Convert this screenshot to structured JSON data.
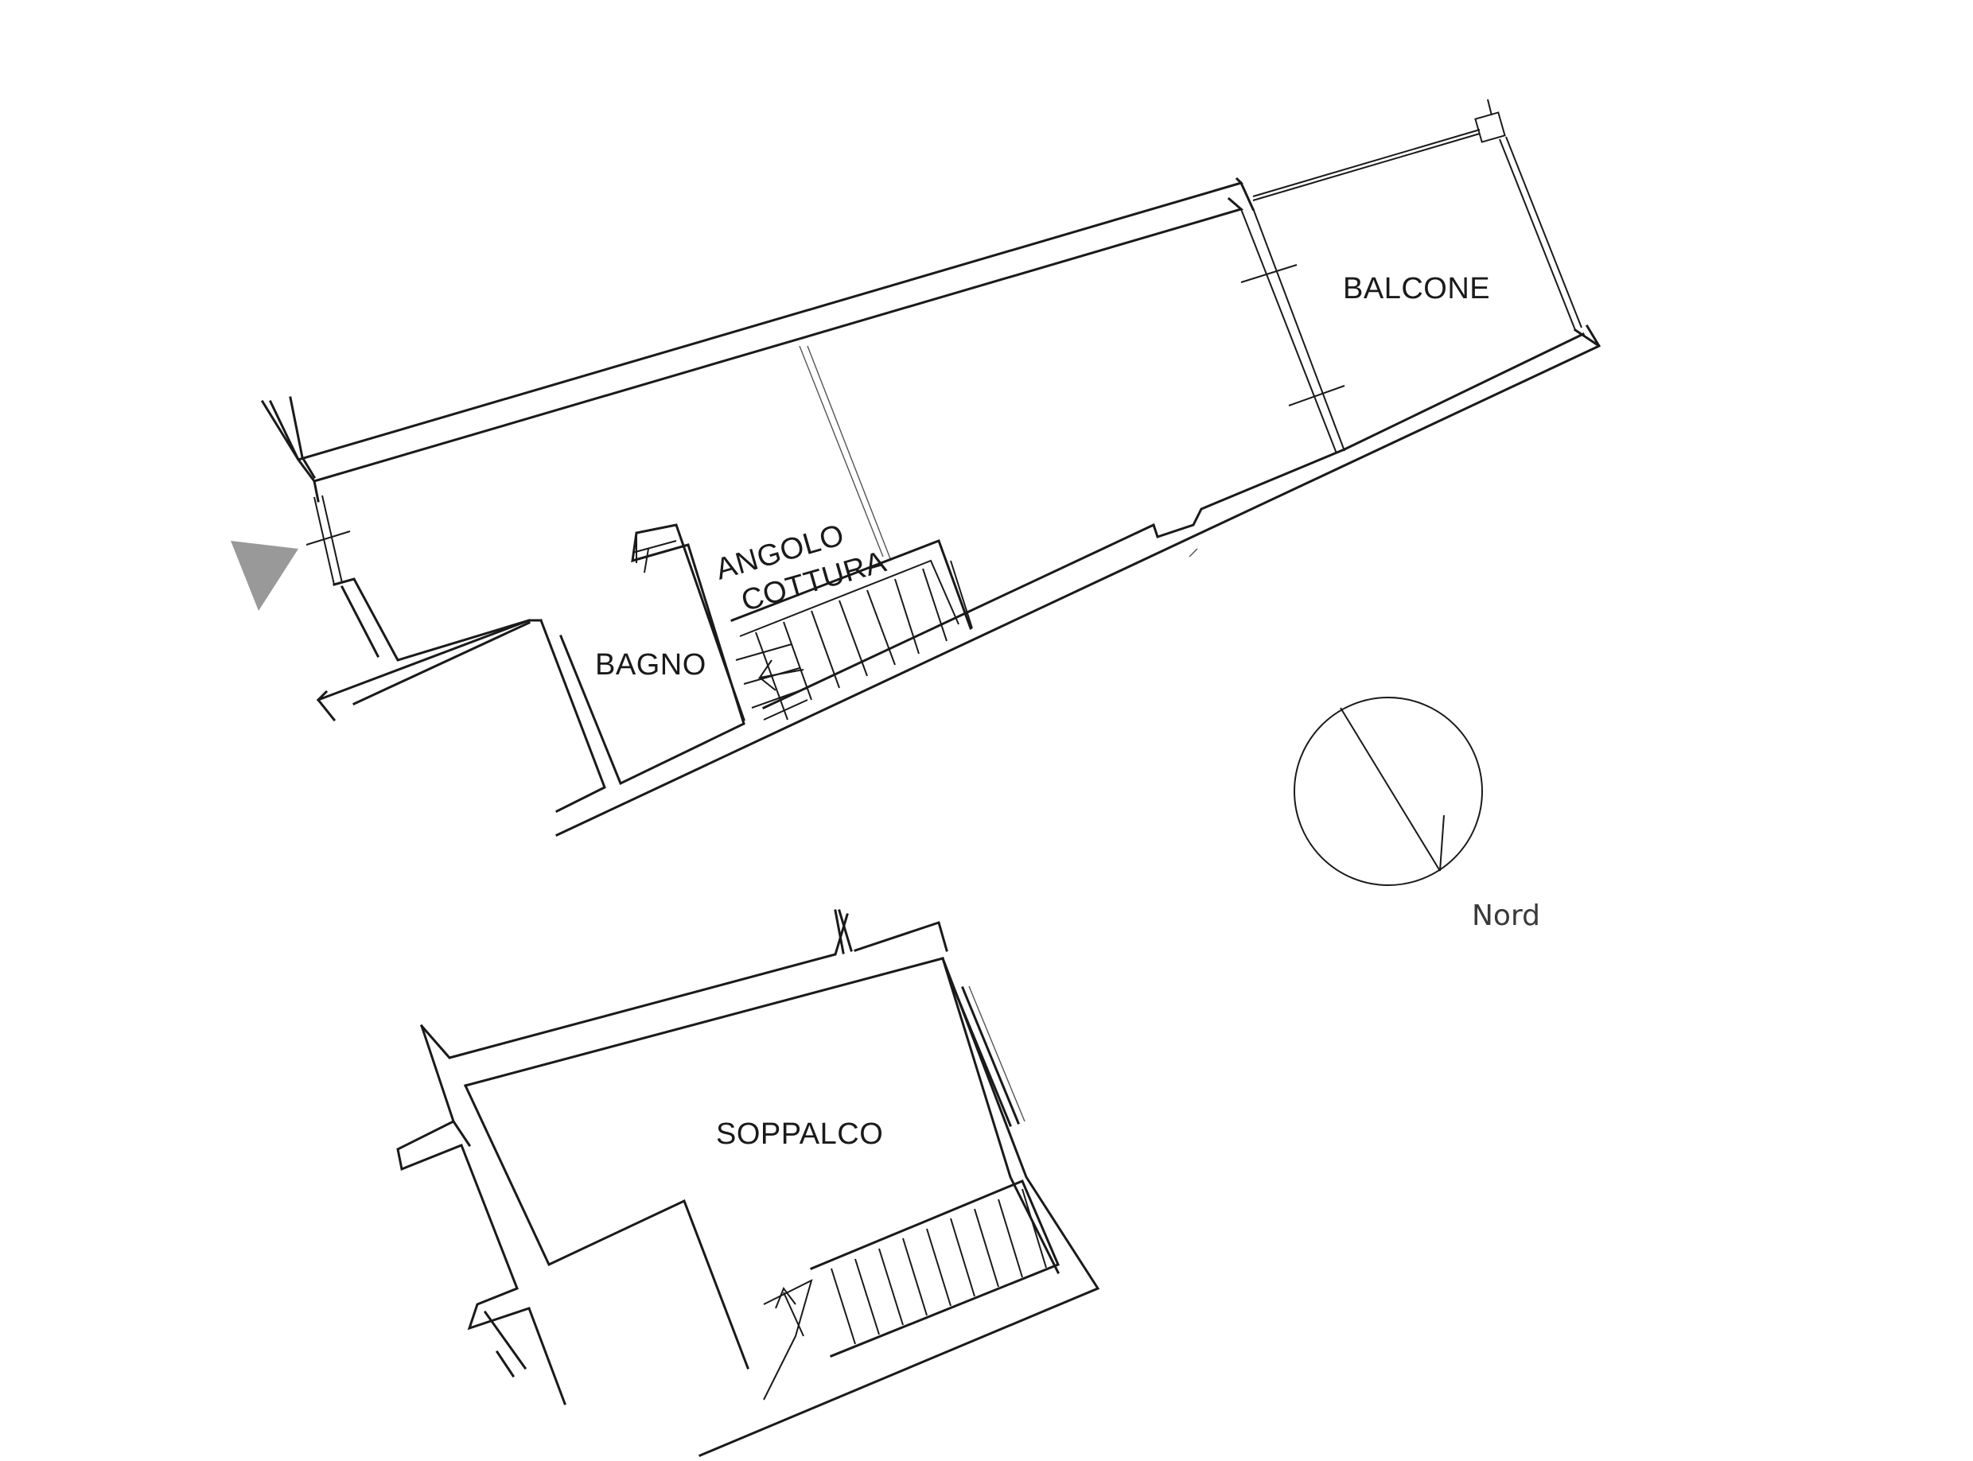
{
  "rooms": {
    "balcone": "BALCONE",
    "angolo_cottura_line1": "ANGOLO",
    "angolo_cottura_line2": "COTTURA",
    "bagno": "BAGNO",
    "soppalco": "SOPPALCO"
  },
  "compass": {
    "label": "Nord"
  },
  "colors": {
    "line": "#1a1a1a",
    "entrance_marker": "#999999"
  }
}
